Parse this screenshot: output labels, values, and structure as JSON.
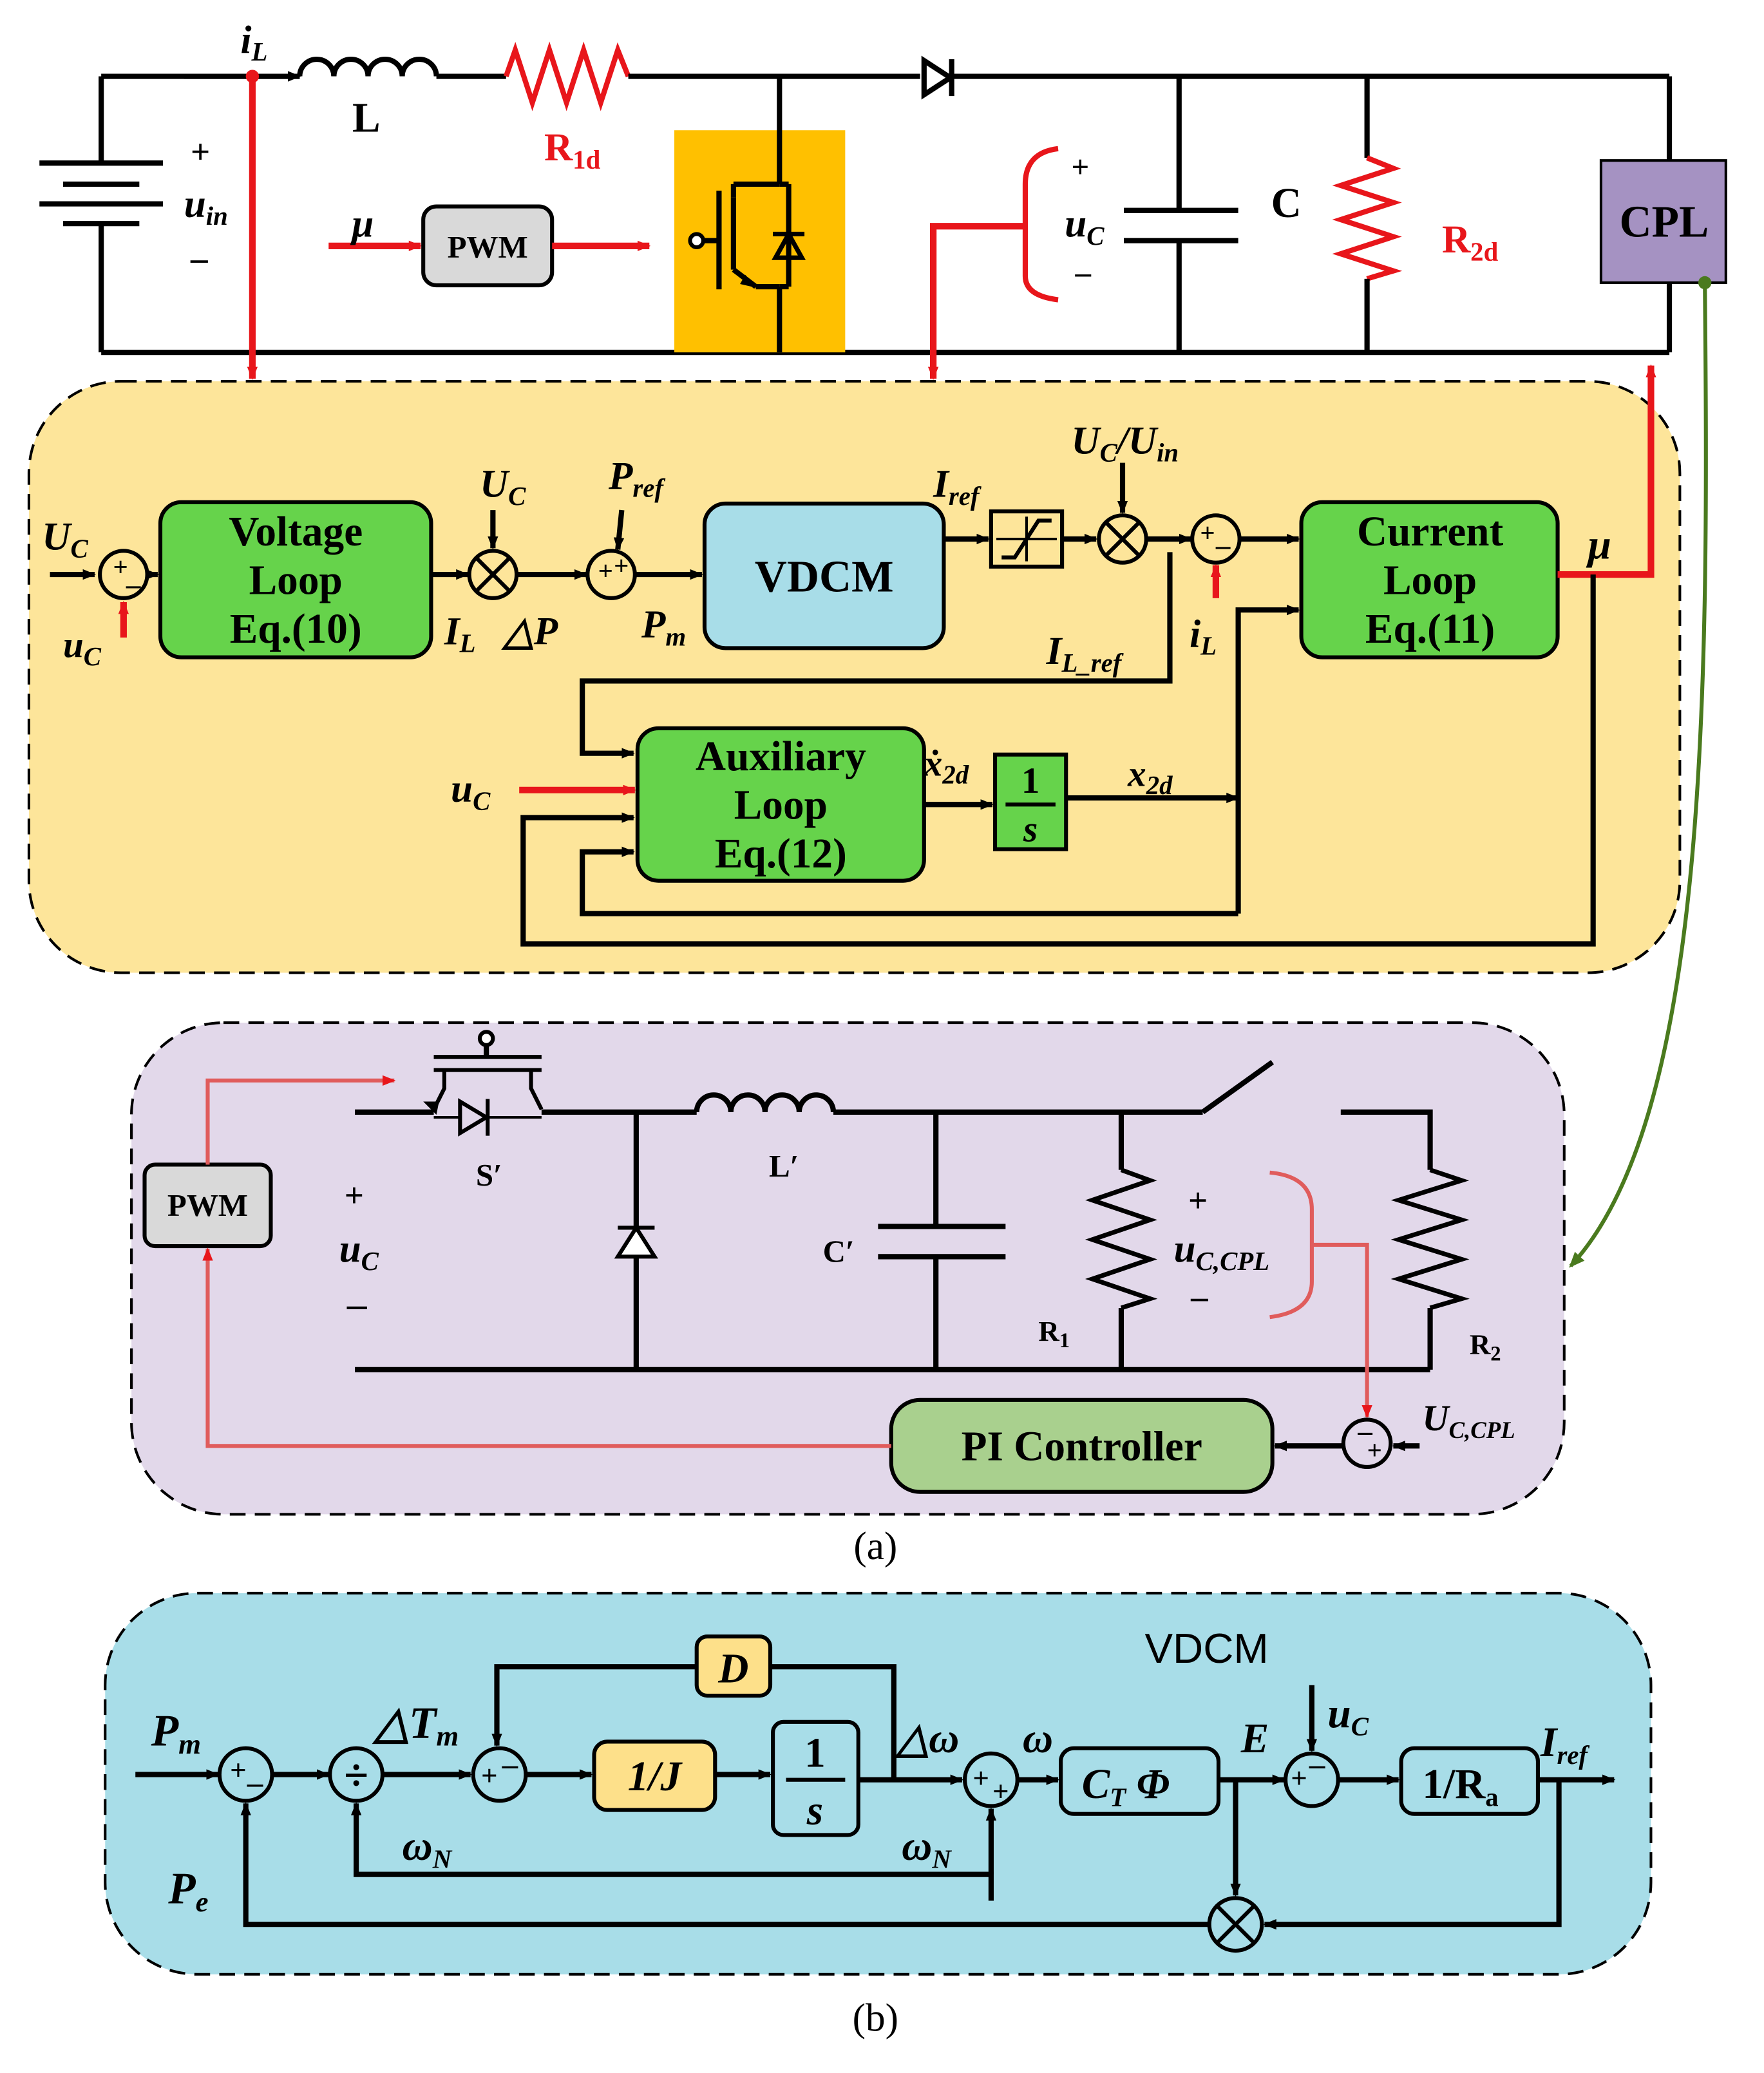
{
  "colors": {
    "controller_panel": "#fde59a",
    "cpl_panel": "#e2d8ea",
    "vdcm_panel": "#a8dde8",
    "green_block": "#66d34b",
    "vdcm_block": "#a8dde8",
    "igbt_highlight": "#ffc000",
    "cpl_box": "#a592c2",
    "pwm_box": "#d9d9d9",
    "pi_block": "#a9d08e",
    "param_block": "#fde08a",
    "signal_red": "#e8161b",
    "cpl_link_green": "#4a7a1e"
  },
  "circuit_top": {
    "inductor": "L",
    "inductor_current": "i",
    "inductor_current_sub": "L",
    "resistor1": "R",
    "resistor1_sub": "1d",
    "capacitor": "C",
    "resistor2": "R",
    "resistor2_sub": "2d",
    "load": "CPL",
    "pwm": "PWM",
    "mu": "μ",
    "input_voltage": "u",
    "input_voltage_sub": "in",
    "cap_voltage": "u",
    "cap_voltage_sub": "C",
    "plus": "+",
    "minus": "–"
  },
  "controller": {
    "voltage_loop": [
      "Voltage",
      "Loop",
      "Eq.(10)"
    ],
    "vdcm": "VDCM",
    "current_loop": [
      "Current",
      "Loop",
      "Eq.(11)"
    ],
    "auxiliary_loop": [
      "Auxiliary",
      "Loop",
      "Eq.(12)"
    ],
    "integrator_num": "1",
    "integrator_den": "s",
    "labels": {
      "U": "U",
      "C": "C",
      "u": "u",
      "I": "I",
      "L": "L",
      "delta_P": "△P",
      "P": "P",
      "ref": "ref",
      "m": "m",
      "in": "in",
      "slash": "/",
      "L_ref": "L_ref",
      "i": "i",
      "x": "x",
      "x_sub": "2d",
      "x_dot": "ẋ",
      "mu": "μ"
    }
  },
  "cpl_detail": {
    "pwm": "PWM",
    "switch": "S′",
    "inductor": "L′",
    "capacitor": "C′",
    "r1": "R",
    "r1_sub": "1",
    "r2": "R",
    "r2_sub": "2",
    "u": "u",
    "u_sub": "C",
    "u_cpl_sub": "C,CPL",
    "U": "U",
    "pi_controller": "PI Controller",
    "plus": "+",
    "minus": "–"
  },
  "caption_a": "(a)",
  "vdcm_detail": {
    "title": "VDCM",
    "D": "D",
    "inv_J": "1/J",
    "int_num": "1",
    "int_den": "s",
    "CT_PHI": "C",
    "CT_sub": "T",
    "PHI": "Φ",
    "inv_Ra": "1/R",
    "Ra_sub": "a",
    "P": "P",
    "m": "m",
    "e": "e",
    "delta_T": "△T",
    "delta_omega": "△ω",
    "omega": "ω",
    "omega_N_sub": "N",
    "E": "E",
    "u": "u",
    "C": "C",
    "I": "I",
    "ref": "ref"
  },
  "caption_b": "(b)"
}
